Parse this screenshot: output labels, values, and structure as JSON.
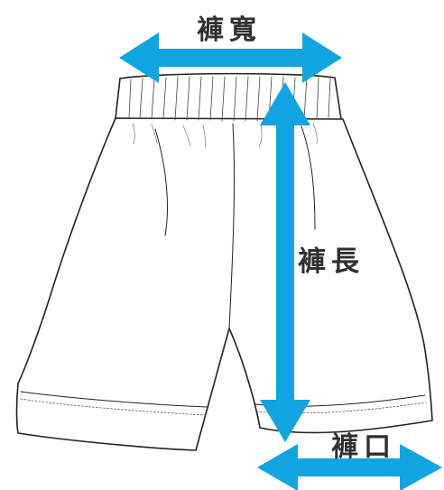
{
  "labels": {
    "waist_width": "褲寬",
    "length": "褲長",
    "leg_opening": "褲口"
  },
  "colors": {
    "arrow": "#12a4e0",
    "outline": "#222222",
    "garment_fill": "#ffffff",
    "text": "#2f2f2f"
  }
}
